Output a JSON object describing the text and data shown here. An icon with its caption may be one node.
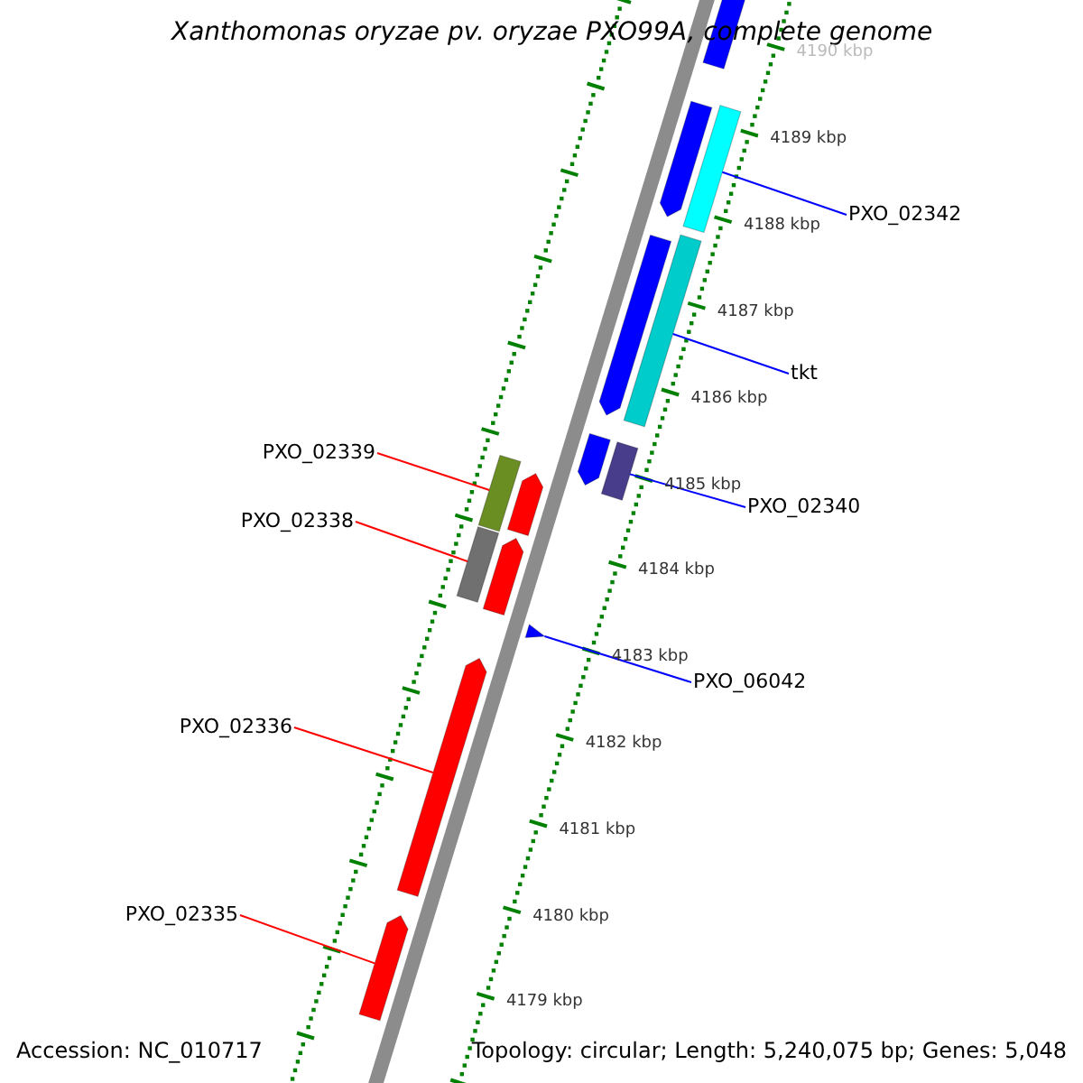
{
  "diagram": {
    "title": "Xanthomonas oryzae pv. oryzae PXO99A, complete genome",
    "nodes": [
      {
        "text": [
          "PXO_02342"
        ]
      },
      {
        "text": [],
        "shape": "bar"
      },
      {
        "text": [
          "tkt"
        ]
      },
      {
        "text": [],
        "shape": "bar"
      },
      {
        "text": [
          "PXO_02340"
        ]
      },
      {
        "text": [],
        "shape": "bar"
      },
      {
        "text": [
          "PXO_06042"
        ]
      },
      {
        "text": [],
        "shape": "triangle"
      },
      {
        "text": [
          "PXO_02339"
        ]
      },
      {
        "text": [],
        "shape": "bar"
      },
      {
        "text": [
          "PXO_02338"
        ]
      },
      {
        "text": [],
        "shape": "bar"
      },
      {
        "text": [
          "PXO_02336"
        ]
      },
      {
        "text": [],
        "shape": "bar"
      },
      {
        "text": [
          "PXO_02335"
        ]
      },
      {
        "text": [],
        "shape": "bar"
      },
      {
        "text": [],
        "shape": "bar"
      },
      {
        "text": [],
        "shape": "bar"
      },
      {
        "text": [],
        "shape": "bar"
      },
      {
        "text": [],
        "shape": "bar"
      },
      {
        "text": [],
        "shape": "bar"
      },
      {
        "text": [],
        "shape": "bar"
      }
    ],
    "edges": [
      {
        "from": 0,
        "to": 1,
        "arrow": "none",
        "color": "#0000ff"
      },
      {
        "from": 2,
        "to": 3,
        "arrow": "none",
        "color": "#0000ff"
      },
      {
        "from": 4,
        "to": 5,
        "arrow": "none",
        "color": "#0000ff"
      },
      {
        "from": 6,
        "to": 7,
        "arrow": "none",
        "color": "#0000ff"
      },
      {
        "from": 8,
        "to": 9,
        "arrow": "none",
        "color": "#ff0000"
      },
      {
        "from": 10,
        "to": 11,
        "arrow": "none",
        "color": "#ff0000"
      },
      {
        "from": 12,
        "to": 13,
        "arrow": "none",
        "color": "#ff0000"
      },
      {
        "from": 14,
        "to": 15,
        "arrow": "none",
        "color": "#ff0000"
      }
    ],
    "labels": [
      "4190 kbp",
      "4189 kbp",
      "4188 kbp",
      "4187 kbp",
      "4186 kbp",
      "4185 kbp",
      "4184 kbp",
      "4183 kbp",
      "4182 kbp",
      "4181 kbp",
      "4180 kbp",
      "4179 kbp",
      "Accession: NC_010717",
      "Topology: circular; Length: 5,240,075 bp; Genes: 5,048"
    ]
  }
}
